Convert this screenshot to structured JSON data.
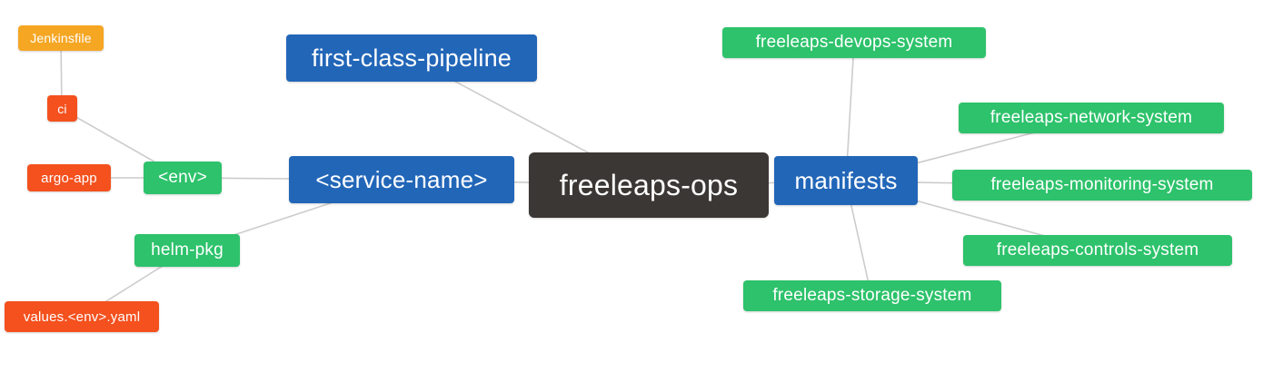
{
  "diagram": {
    "title": "freeleaps-ops mind map",
    "colors": {
      "blue": "#2266b8",
      "green": "#2dc26b",
      "red": "#f4511e",
      "amber": "#f5a623",
      "dark": "#3b3734",
      "edge": "#cccccc"
    },
    "nodes": {
      "jenkinsfile": {
        "label": "Jenkinsfile"
      },
      "ci": {
        "label": "ci"
      },
      "argo_app": {
        "label": "argo-app"
      },
      "env": {
        "label": "<env>"
      },
      "helm_pkg": {
        "label": "helm-pkg"
      },
      "values_env_yaml": {
        "label": "values.<env>.yaml"
      },
      "first_class_pipeline": {
        "label": "first-class-pipeline"
      },
      "service_name": {
        "label": "<service-name>"
      },
      "freeleaps_ops": {
        "label": "freeleaps-ops"
      },
      "manifests": {
        "label": "manifests"
      },
      "devops_system": {
        "label": "freeleaps-devops-system"
      },
      "network_system": {
        "label": "freeleaps-network-system"
      },
      "monitoring_system": {
        "label": "freeleaps-monitoring-system"
      },
      "controls_system": {
        "label": "freeleaps-controls-system"
      },
      "storage_system": {
        "label": "freeleaps-storage-system"
      }
    },
    "edges": [
      "Jenkinsfile-ci",
      "ci-env",
      "argo-app-env",
      "env-service-name",
      "helm-pkg-service-name",
      "values-helm-pkg",
      "service-name-freeleaps-ops",
      "first-class-pipeline-freeleaps-ops",
      "freeleaps-ops-manifests",
      "manifests-devops-system",
      "manifests-network-system",
      "manifests-monitoring-system",
      "manifests-controls-system",
      "manifests-storage-system"
    ]
  }
}
